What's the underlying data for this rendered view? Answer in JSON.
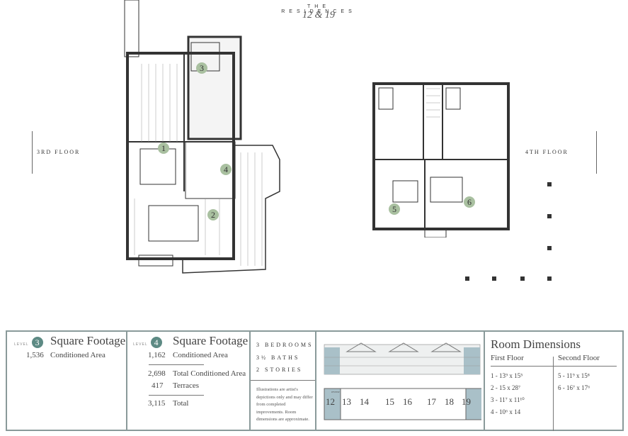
{
  "header": {
    "kicker": "THE RESIDENCES",
    "title": "12 & 19"
  },
  "floor_labels": {
    "third": "3RD FLOOR",
    "fourth": "4TH FLOOR"
  },
  "room_markers": [
    "1",
    "2",
    "3",
    "4",
    "5",
    "6"
  ],
  "level3": {
    "level_word": "LEVEL",
    "level_num": "3",
    "heading": "Square Footage",
    "rows": [
      {
        "value": "1,536",
        "label": "Conditioned Area"
      }
    ]
  },
  "level4": {
    "level_word": "LEVEL",
    "level_num": "4",
    "heading": "Square Footage",
    "rows": [
      {
        "value": "1,162",
        "label": "Conditioned Area"
      },
      {
        "value": "2,698",
        "label": "Total Conditioned Area"
      },
      {
        "value": "417",
        "label": "Terraces"
      },
      {
        "value": "3,115",
        "label": "Total"
      }
    ]
  },
  "features": [
    "3 BEDROOMS",
    "3½ BATHS",
    "2 STORIES"
  ],
  "disclaimer": "Illustrations are artist's depictions only and may differ from completed improvements. Room dimensions are approximate.",
  "site_plan": {
    "units": [
      "12",
      "13",
      "14",
      "15",
      "16",
      "17",
      "18",
      "19"
    ],
    "reverse_label": "reverse",
    "highlight": [
      "12",
      "19"
    ]
  },
  "room_dimensions": {
    "title": "Room Dimensions",
    "first_floor": {
      "label": "First Floor",
      "rows": [
        "1 - 13⁹ x 15⁵",
        "2 - 15 x 28⁷",
        "3 - 11⁷ x 11¹⁰",
        "4 - 10⁶ x 14"
      ]
    },
    "second_floor": {
      "label": "Second Floor",
      "rows": [
        "5 - 11⁹ x 15⁸",
        "6 - 16⁷ x 17⁶"
      ]
    }
  },
  "colors": {
    "accent": "#5d8a84",
    "highlight_fill": "#a9c0c8",
    "border": "#8a9a9a"
  }
}
